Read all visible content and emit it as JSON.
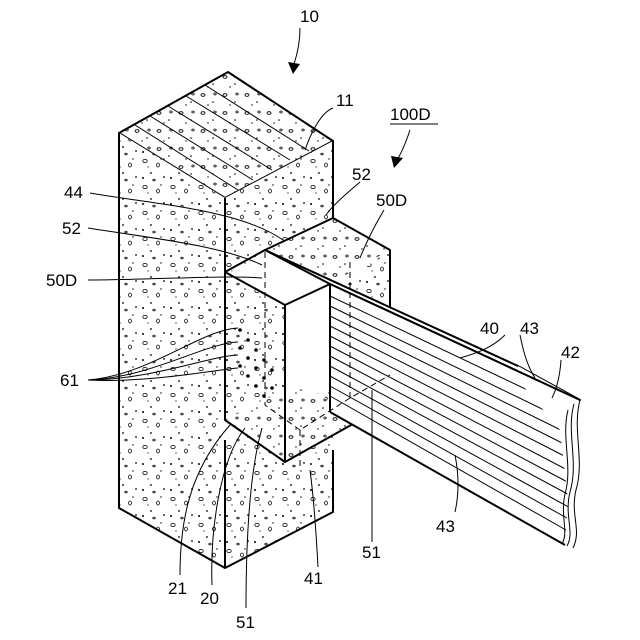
{
  "figure": {
    "labels": {
      "assembly": "10",
      "column": "11",
      "joint_assembly": "100D",
      "upper_face_52_right": "52",
      "member_50D_right": "50D",
      "recess": "44",
      "upper_face_52_left": "52",
      "member_50D_left": "50D",
      "fasteners": "61",
      "beam": "40",
      "grain_top": "43",
      "beam_end": "42",
      "grain_side": "43",
      "lower_51_right": "51",
      "insert_41": "41",
      "element_21": "21",
      "element_20": "20",
      "lower_51_bottom": "51"
    }
  }
}
